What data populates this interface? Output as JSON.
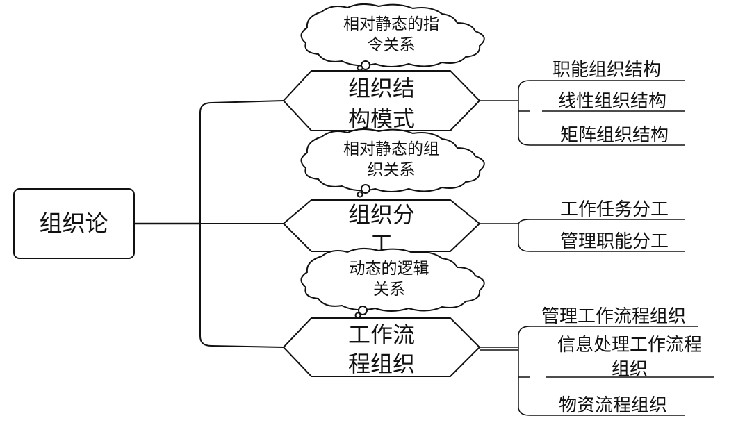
{
  "root": {
    "label": "组织论"
  },
  "branches": [
    {
      "label_lines": [
        "组织结",
        "构模式"
      ],
      "cloud_lines": [
        "相对静态的指",
        "令关系"
      ],
      "leaves": [
        {
          "lines": [
            "职能组织结构"
          ]
        },
        {
          "lines": [
            "线性组织结构"
          ]
        },
        {
          "lines": [
            "矩阵组织结构"
          ]
        }
      ]
    },
    {
      "label_lines": [
        "组织分",
        "工"
      ],
      "cloud_lines": [
        "相对静态的组",
        "织关系"
      ],
      "leaves": [
        {
          "lines": [
            "工作任务分工"
          ]
        },
        {
          "lines": [
            "管理职能分工"
          ]
        }
      ]
    },
    {
      "label_lines": [
        "工作流",
        "程组织"
      ],
      "cloud_lines": [
        "动态的逻辑",
        "关系"
      ],
      "leaves": [
        {
          "lines": [
            "管理工作流程组织"
          ]
        },
        {
          "lines": [
            "信息处理工作流程",
            "组织"
          ]
        },
        {
          "lines": [
            "物资流程组织"
          ]
        }
      ]
    }
  ],
  "colors": {
    "stroke": "#111111",
    "fill": "#ffffff",
    "text": "#111111"
  }
}
